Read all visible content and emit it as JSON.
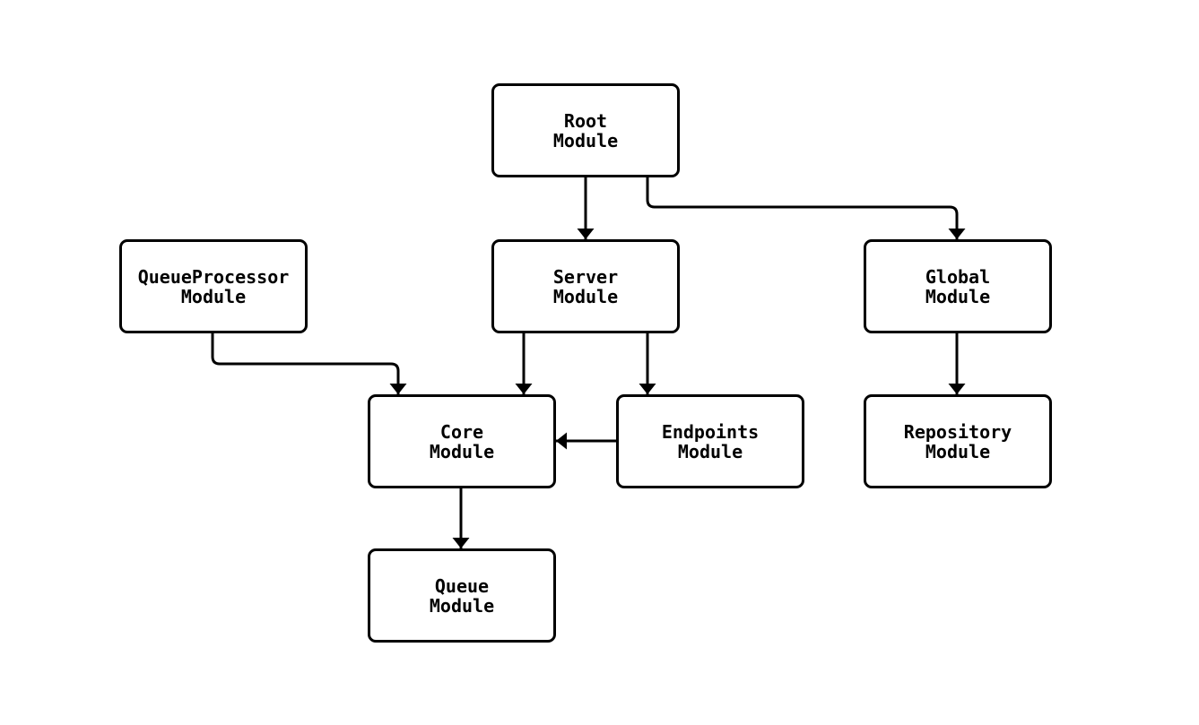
{
  "diagram": {
    "type": "flowchart",
    "direction": "top-down",
    "colors": {
      "background": "#ffffff",
      "node_fill": "#ffffff",
      "stroke": "#000000",
      "text": "#000000"
    },
    "nodes": [
      {
        "id": "root",
        "label": "Root\nModule"
      },
      {
        "id": "queueprocessor",
        "label": "QueueProcessor\nModule"
      },
      {
        "id": "server",
        "label": "Server\nModule"
      },
      {
        "id": "global",
        "label": "Global\nModule"
      },
      {
        "id": "core",
        "label": "Core\nModule"
      },
      {
        "id": "endpoints",
        "label": "Endpoints\nModule"
      },
      {
        "id": "repository",
        "label": "Repository\nModule"
      },
      {
        "id": "queue",
        "label": "Queue\nModule"
      }
    ],
    "edges": [
      {
        "from": "root",
        "to": "server"
      },
      {
        "from": "root",
        "to": "global"
      },
      {
        "from": "queueprocessor",
        "to": "core"
      },
      {
        "from": "server",
        "to": "core"
      },
      {
        "from": "server",
        "to": "endpoints"
      },
      {
        "from": "endpoints",
        "to": "core"
      },
      {
        "from": "global",
        "to": "repository"
      },
      {
        "from": "core",
        "to": "queue"
      }
    ]
  }
}
